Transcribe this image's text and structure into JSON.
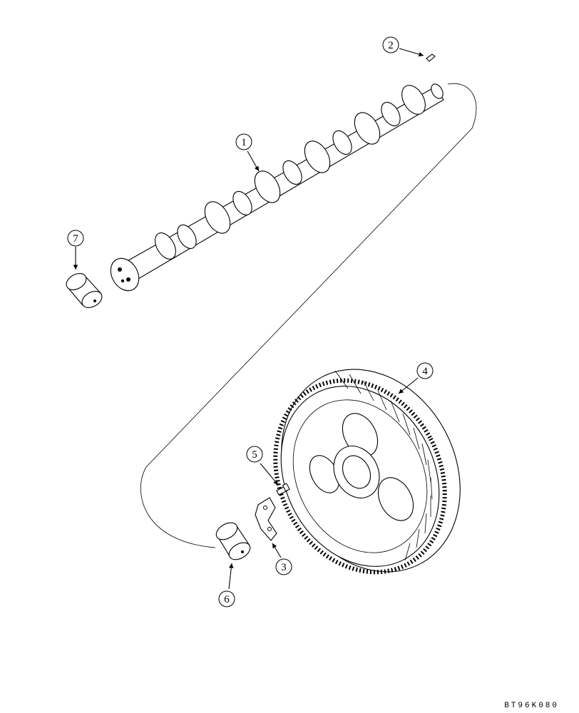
{
  "callouts": {
    "c1": "1",
    "c2": "2",
    "c3": "3",
    "c4": "4",
    "c5": "5",
    "c6": "6",
    "c7": "7"
  },
  "drawing_code": "BT96K080"
}
